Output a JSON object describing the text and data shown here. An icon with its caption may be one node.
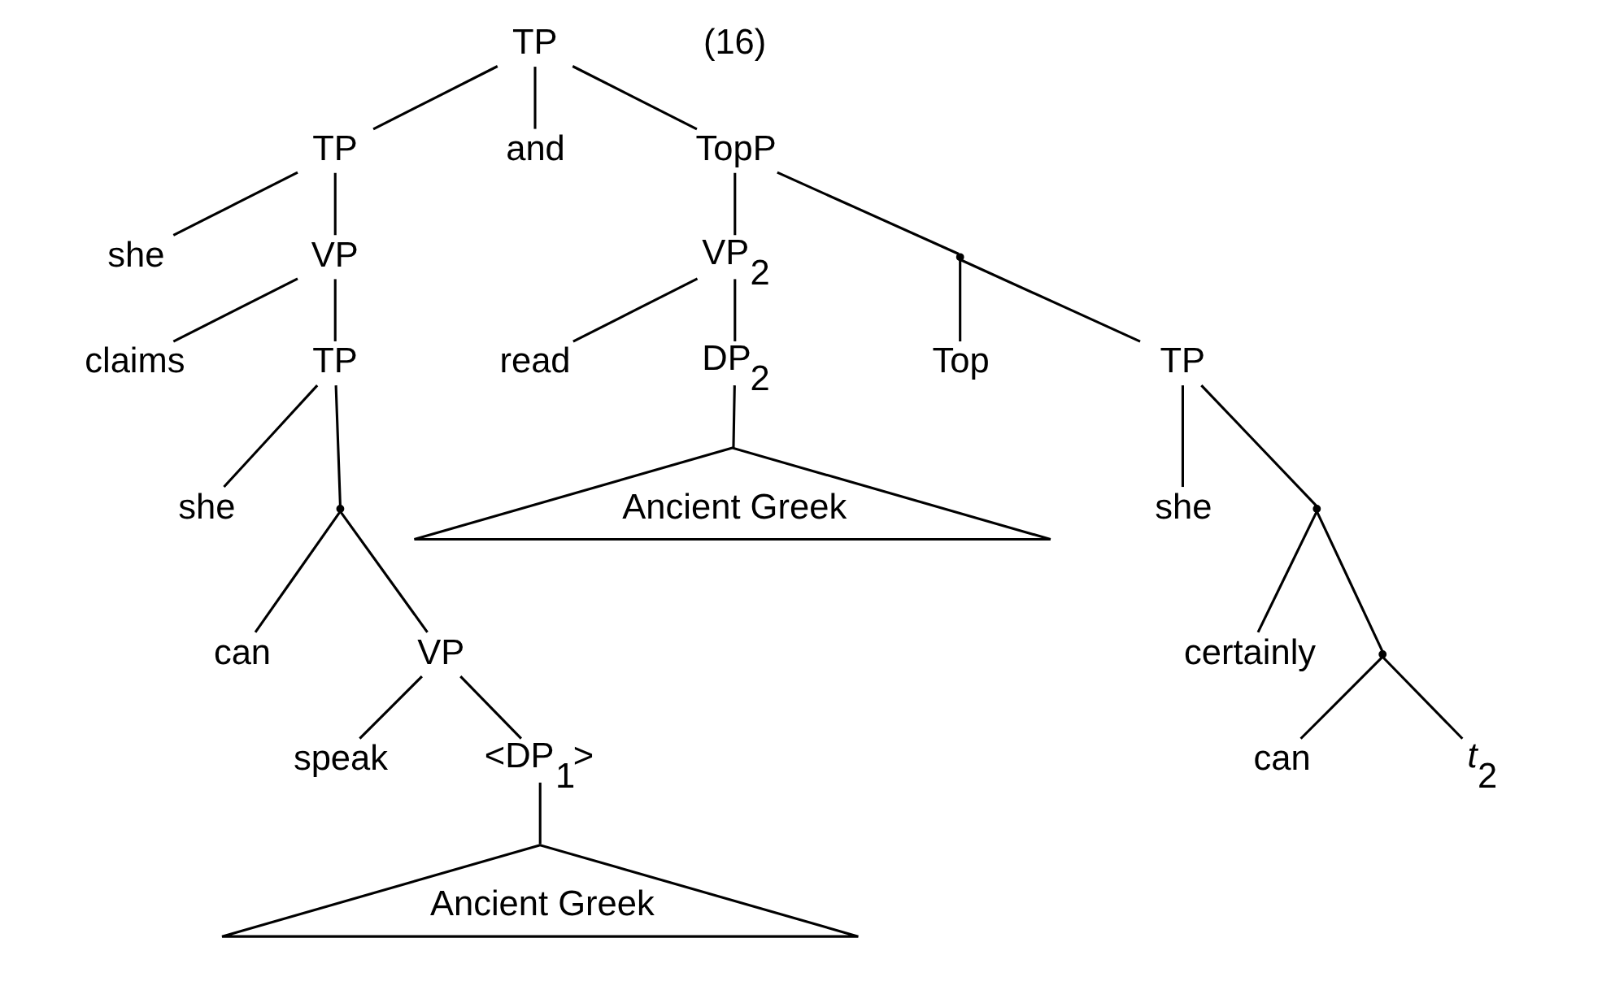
{
  "diagram": {
    "nodes": [
      {
        "text": [
          "TP"
        ]
      },
      {
        "text": [
          "TP"
        ]
      },
      {
        "text": [
          "and"
        ]
      },
      {
        "text": [
          "TopP"
        ]
      },
      {
        "text": [
          "she"
        ]
      },
      {
        "text": [
          "VP"
        ]
      },
      {
        "text": [
          "claims"
        ]
      },
      {
        "text": [
          "TP"
        ]
      },
      {
        "text": [
          "she"
        ]
      },
      {
        "text": [],
        "shape": "point"
      },
      {
        "text": [
          "can"
        ]
      },
      {
        "text": [
          "VP"
        ]
      },
      {
        "text": [
          "speak"
        ]
      },
      {
        "text": [
          "<DP$_{1}$>"
        ]
      },
      {
        "text": [
          "Ancient Greek"
        ]
      },
      {
        "text": [
          "VP$_{2}$"
        ]
      },
      {
        "text": [],
        "shape": "point"
      },
      {
        "text": [
          "read"
        ]
      },
      {
        "text": [
          "DP$_{2}$"
        ]
      },
      {
        "text": [
          "Ancient Greek"
        ]
      },
      {
        "text": [
          "Top"
        ]
      },
      {
        "text": [
          "TP"
        ]
      },
      {
        "text": [
          "she"
        ]
      },
      {
        "text": [],
        "shape": "point"
      },
      {
        "text": [
          "certainly"
        ]
      },
      {
        "text": [],
        "shape": "point"
      },
      {
        "text": [
          "can"
        ]
      },
      {
        "text": [
          "*t*$_{2}$"
        ]
      }
    ],
    "edges": [
      {
        "from": 0,
        "to": 1,
        "arrow": "none"
      },
      {
        "from": 0,
        "to": 2,
        "arrow": "none"
      },
      {
        "from": 0,
        "to": 3,
        "arrow": "none"
      },
      {
        "from": 1,
        "to": 4,
        "arrow": "none"
      },
      {
        "from": 1,
        "to": 5,
        "arrow": "none"
      },
      {
        "from": 5,
        "to": 6,
        "arrow": "none"
      },
      {
        "from": 5,
        "to": 7,
        "arrow": "none"
      },
      {
        "from": 7,
        "to": 8,
        "arrow": "none"
      },
      {
        "from": 7,
        "to": 9,
        "arrow": "none"
      },
      {
        "from": 9,
        "to": 10,
        "arrow": "none"
      },
      {
        "from": 9,
        "to": 11,
        "arrow": "none"
      },
      {
        "from": 11,
        "to": 12,
        "arrow": "none"
      },
      {
        "from": 11,
        "to": 13,
        "arrow": "none"
      },
      {
        "from": 13,
        "to": 14,
        "arrow": "none"
      },
      {
        "from": 3,
        "to": 15,
        "arrow": "none"
      },
      {
        "from": 3,
        "to": 16,
        "arrow": "none"
      },
      {
        "from": 15,
        "to": 17,
        "arrow": "none"
      },
      {
        "from": 15,
        "to": 18,
        "arrow": "none"
      },
      {
        "from": 18,
        "to": 19,
        "arrow": "none"
      },
      {
        "from": 16,
        "to": 20,
        "arrow": "none"
      },
      {
        "from": 16,
        "to": 21,
        "arrow": "none"
      },
      {
        "from": 21,
        "to": 22,
        "arrow": "none"
      },
      {
        "from": 21,
        "to": 23,
        "arrow": "none"
      },
      {
        "from": 23,
        "to": 24,
        "arrow": "none"
      },
      {
        "from": 23,
        "to": 25,
        "arrow": "none"
      },
      {
        "from": 25,
        "to": 26,
        "arrow": "none"
      },
      {
        "from": 25,
        "to": 27,
        "arrow": "none"
      }
    ],
    "labels": [
      "(16)"
    ]
  }
}
